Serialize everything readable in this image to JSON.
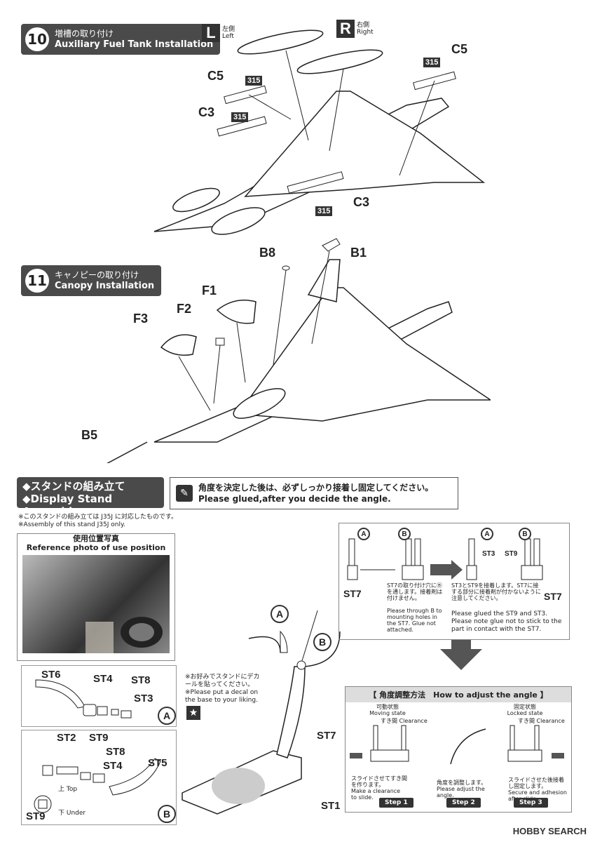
{
  "step10": {
    "num": "10",
    "jp": "増槽の取り付け",
    "en": "Auxiliary Fuel Tank Installation"
  },
  "step11": {
    "num": "11",
    "jp": "キャノピーの取り付け",
    "en": "Canopy Installation"
  },
  "left_tag": {
    "letter": "L",
    "jp": "左側",
    "en": "Left"
  },
  "right_tag": {
    "letter": "R",
    "jp": "右側",
    "en": "Right"
  },
  "part_labels": {
    "c5a": "C5",
    "c5b": "C5",
    "c3a": "C3",
    "c3b": "C3",
    "b8": "B8",
    "b1": "B1",
    "f1": "F1",
    "f2": "F2",
    "f3": "F3",
    "b5": "B5"
  },
  "badges": {
    "b1": "315",
    "b2": "315",
    "b3": "315",
    "b4": "315"
  },
  "stand": {
    "jp": "◆スタンドの組み立て",
    "en": "◆Display Stand Assembly",
    "note_jp": "角度を決定した後は、必ずしっかり接着し固定してください。",
    "note_en": "Please glued,after you decide the angle.",
    "only_jp": "※このスタンドの組み立ては J35J に対応したものです。",
    "only_en": "※Assembly of this stand J35J only."
  },
  "reference": {
    "jp": "使用位置写真",
    "en": "Reference photo of use position"
  },
  "box_a": {
    "tag": "A",
    "parts": [
      "ST6",
      "ST4",
      "ST8",
      "ST3"
    ]
  },
  "box_b": {
    "tag": "B",
    "parts": [
      "ST2",
      "ST9",
      "ST8",
      "ST4",
      "ST5",
      "ST9"
    ],
    "top": "上 Top",
    "under": "下 Under"
  },
  "decal_note": {
    "jp": "※お好みでスタンドにデカールを貼ってください。",
    "en": "※Please put a decal on the base to your liking."
  },
  "stand_labels": {
    "a": "A",
    "b": "B",
    "st7": "ST7",
    "st1": "ST1"
  },
  "seq": {
    "st7": "ST7",
    "st7b": "ST7",
    "st3": "ST3",
    "st9": "ST9",
    "a": "A",
    "b": "B",
    "text1": "ST7の取り付け穴にⒷを通します。接着剤は付けません。",
    "text1_en": "Please through B to mounting holes in the ST7. Glue not attached.",
    "text2": "ST3とST9を接着します。ST7に接する部分に接着剤が付かないように注意してください。",
    "text2_en": "Please glued the ST9 and ST3. Please note glue not to stick to the part in contact with the ST7."
  },
  "adjust": {
    "title": "【 角度調整方法　How to adjust the angle 】",
    "moving_jp": "可動状態",
    "moving_en": "Moving state",
    "locked_jp": "固定状態",
    "locked_en": "Locked state",
    "clearance": "すき間 Clearance",
    "s1_jp": "スライドさせてすき間を作ります。",
    "s1_en": "Make a clearance to slide.",
    "s2_jp": "角度を調整します。",
    "s2_en": "Please adjust the angle.",
    "s3_jp": "スライドさせた後接着し固定します。",
    "s3_en": "Secure and adhesion after slide.",
    "step1": "Step 1",
    "step2": "Step 2",
    "step3": "Step 3"
  },
  "watermark": "HOBBY SEARCH"
}
